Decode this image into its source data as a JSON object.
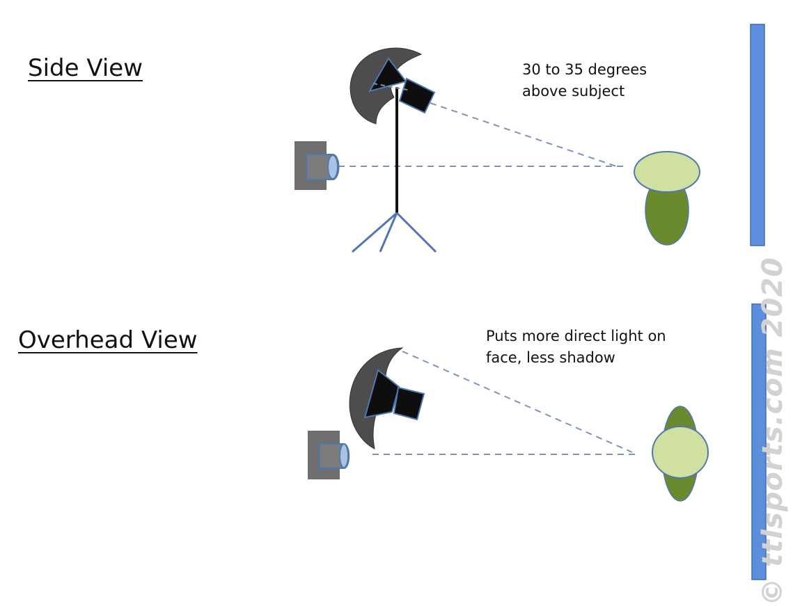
{
  "side_view": {
    "title": "Side View",
    "note_line1": "30 to 35 degrees",
    "note_line2": "above subject"
  },
  "overhead_view": {
    "title": "Overhead View",
    "note_line1": "Puts more direct light on",
    "note_line2": "face, less shadow"
  },
  "watermark": "© ttlsports.com 2020",
  "colors": {
    "background_wall": "#5b8fdc",
    "subject_head": "#cfe0a0",
    "subject_body": "#6b8a2e",
    "umbrella": "#4d4d4d",
    "camera": "#6f6f6f",
    "camera_lens": "#a9c4e3",
    "light_path": "#7d93b8",
    "stand": "#111111",
    "tripod_legs": "#4f78b0"
  },
  "icons": [
    "camera-icon",
    "umbrella-light-icon",
    "strobe-head-icon",
    "light-stand-icon",
    "subject-icon",
    "backdrop-icon"
  ]
}
